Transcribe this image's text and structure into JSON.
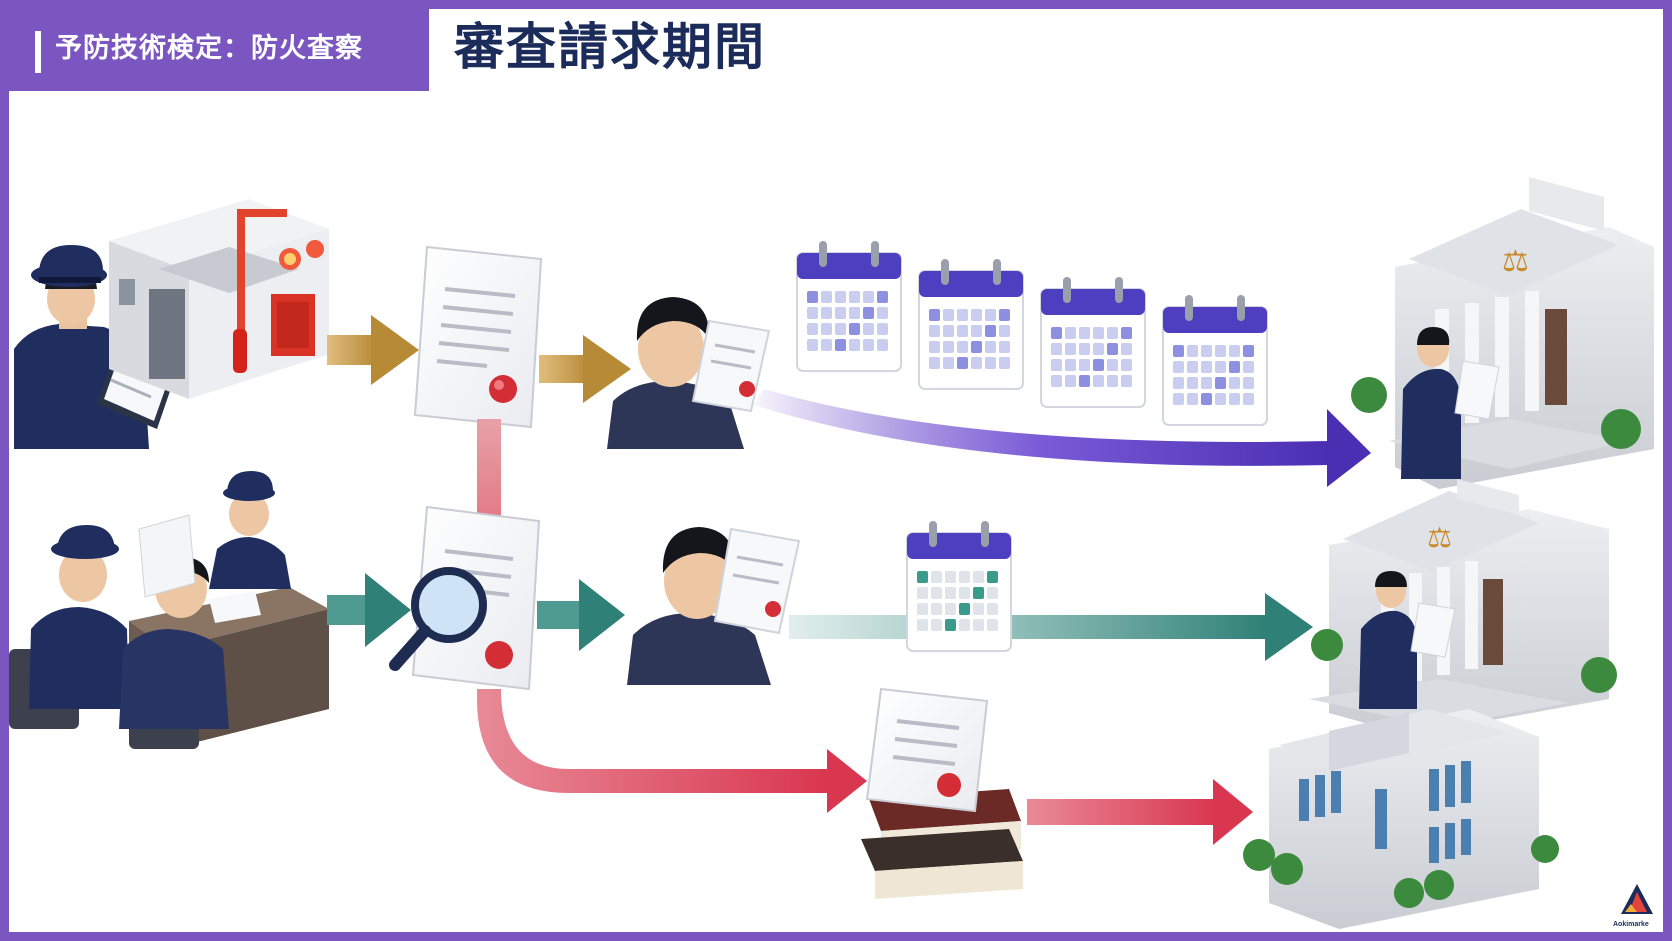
{
  "header": {
    "category": "予防技術検定：防火査察",
    "title": "審査請求期間"
  },
  "logo": {
    "text": "Aokimarke"
  },
  "colors": {
    "frame": "#7b55c0",
    "title": "#1b2b5a",
    "arrow_gold": "#c69a4a",
    "arrow_purple": "#5b3cc4",
    "arrow_teal": "#3b8f85",
    "arrow_red": "#d9364f",
    "uniform": "#1f2e5e",
    "seal": "#d32d35"
  },
  "diagram": {
    "rows": [
      {
        "path": "inspection-to-appeal",
        "steps": [
          "officer-inspection",
          "building-with-fire-equipment",
          "document",
          "person-reviewing-document",
          "calendars-long",
          "court"
        ],
        "calendar_count": 4,
        "arrow_color": "purple"
      },
      {
        "path": "hearing-to-appeal",
        "steps": [
          "officer-meeting",
          "document-under-review",
          "person-reviewing-document",
          "calendar-short",
          "court"
        ],
        "calendar_count": 1,
        "arrow_color": "teal"
      },
      {
        "path": "lawsuit",
        "steps": [
          "document-under-review",
          "document-on-books",
          "government-building"
        ],
        "arrow_color": "red"
      }
    ]
  }
}
